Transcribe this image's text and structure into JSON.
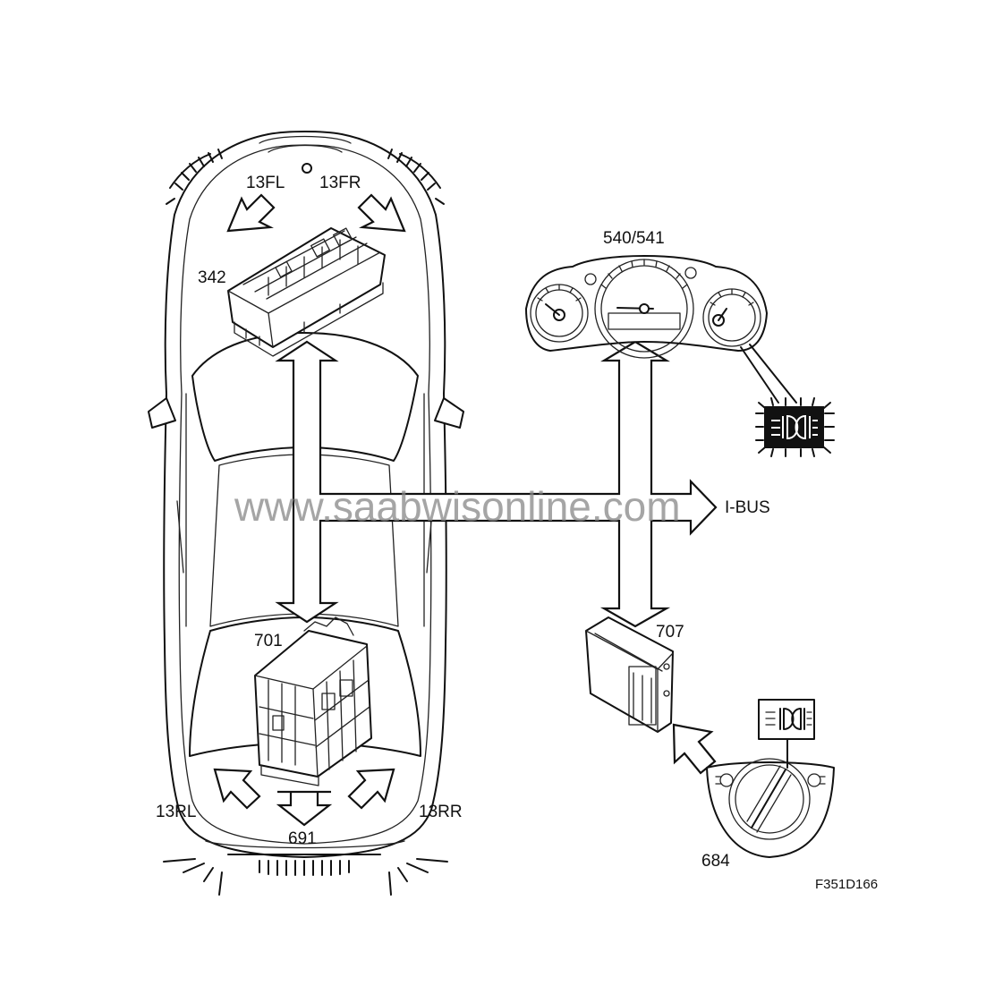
{
  "labels": {
    "front_left": "13FL",
    "front_right": "13FR",
    "rear_left": "13RL",
    "rear_right": "13RR",
    "fuse_box_front": "342",
    "fuse_box_rear": "701",
    "rear_fog": "691",
    "instrument_cluster": "540/541",
    "light_module": "707",
    "light_switch": "684",
    "bus": "I-BUS",
    "figure_id": "F351D166"
  },
  "watermark": "www.saabwisonline.com",
  "icons": {
    "cluster_warning": "fog-light-indicator-icon",
    "switch_symbol": "fog-light-symbol-icon"
  }
}
